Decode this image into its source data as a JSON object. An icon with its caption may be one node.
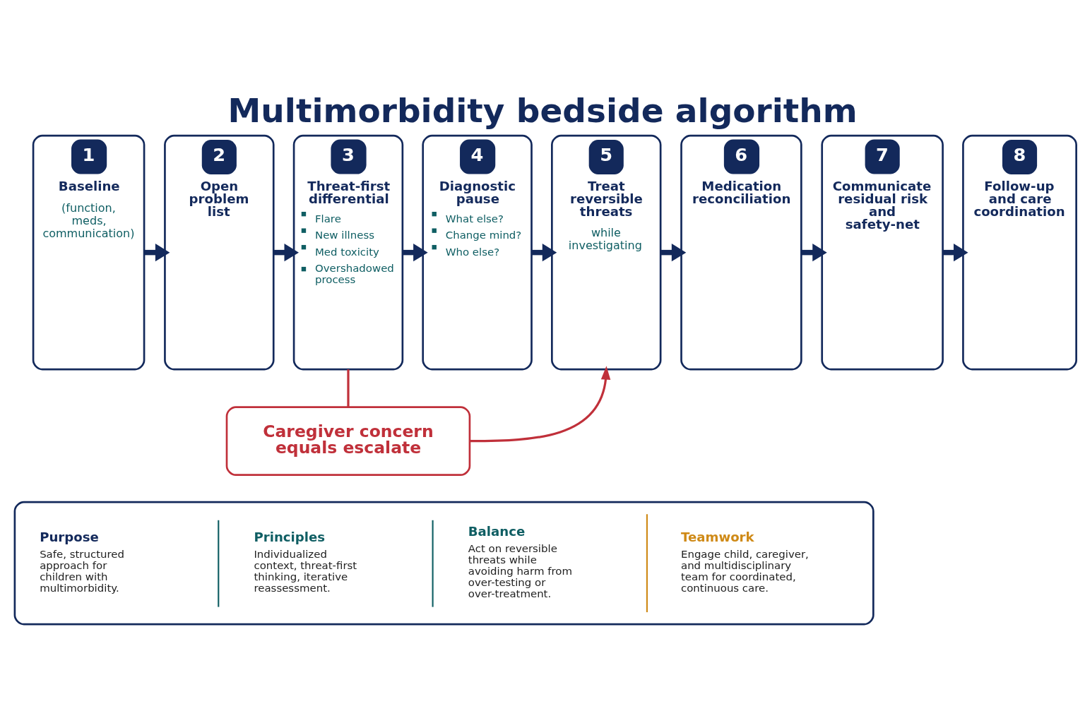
{
  "diagram": {
    "title": "Multimorbidity bedside algorithm",
    "nodes": [
      {
        "text": [
          "1",
          "Baseline",
          "(function, meds, communication)"
        ]
      },
      {
        "text": [
          "2",
          "Open problem list"
        ]
      },
      {
        "text": [
          "3",
          "Threat-first differential",
          "Flare",
          "New illness",
          "Med toxicity",
          "Overshadowed process"
        ]
      },
      {
        "text": [
          "4",
          "Diagnostic pause",
          "What else?",
          "Change mind?",
          "Who else?"
        ]
      },
      {
        "text": [
          "5",
          "Treat reversible threats",
          "while investigating"
        ]
      },
      {
        "text": [
          "6",
          "Medication reconciliation"
        ]
      },
      {
        "text": [
          "7",
          "Communicate residual risk and safety-net"
        ]
      },
      {
        "text": [
          "8",
          "Follow-up and care coordination"
        ]
      },
      {
        "text": [
          "Caregiver concern equals escalate"
        ]
      },
      {
        "text": [],
        "shape": "box"
      },
      {
        "text": [
          "Purpose",
          "Safe, structured approach for children with multimorbidity."
        ],
        "in": 9
      },
      {
        "text": [
          "Principles",
          "Individualized context, threat-first thinking, iterative reassessment."
        ],
        "in": 9
      },
      {
        "text": [
          "Balance",
          "Act on reversible threats while avoiding harm from over-testing or over-treatment."
        ],
        "in": 9
      },
      {
        "text": [
          "Teamwork",
          "Engage child, caregiver, and multidisciplinary team for coordinated, continuous care."
        ],
        "in": 9
      }
    ],
    "edges": [
      {
        "from": 0,
        "to": 1,
        "arrow": "to"
      },
      {
        "from": 1,
        "to": 2,
        "arrow": "to"
      },
      {
        "from": 2,
        "to": 3,
        "arrow": "to"
      },
      {
        "from": 3,
        "to": 4,
        "arrow": "to"
      },
      {
        "from": 4,
        "to": 5,
        "arrow": "to"
      },
      {
        "from": 5,
        "to": 6,
        "arrow": "to"
      },
      {
        "from": 6,
        "to": 7,
        "arrow": "to"
      },
      {
        "from": 2,
        "to": 8,
        "arrow": "none",
        "color": "#c0303a"
      },
      {
        "from": 8,
        "to": 4,
        "arrow": "to",
        "color": "#c0303a"
      }
    ]
  }
}
